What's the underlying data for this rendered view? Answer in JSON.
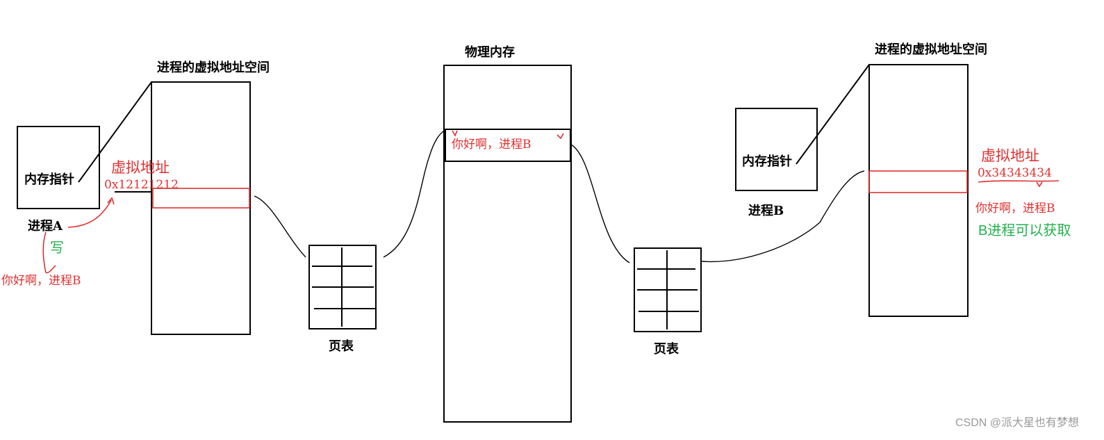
{
  "process_a": {
    "vas_title": "进程的虚拟地址空间",
    "pointer_label": "内存指针",
    "process_label": "进程A",
    "va_label": "虚拟地址",
    "va_value": "0x12121212",
    "write_label": "写",
    "message": "你好啊，进程B"
  },
  "page_table_a": {
    "label": "页表"
  },
  "physical_memory": {
    "title": "物理内存",
    "message": "你好啊，进程B"
  },
  "page_table_b": {
    "label": "页表"
  },
  "process_b": {
    "vas_title": "进程的虚拟地址空间",
    "pointer_label": "内存指针",
    "process_label": "进程B",
    "va_label": "虚拟地址",
    "va_value": "0x34343434",
    "message": "你好啊，进程B",
    "note": "B进程可以获取"
  },
  "watermark": "CSDN @派大星也有梦想",
  "colors": {
    "red": "#e03030",
    "green": "#22b14c",
    "black": "#000000",
    "gray": "#999999"
  }
}
